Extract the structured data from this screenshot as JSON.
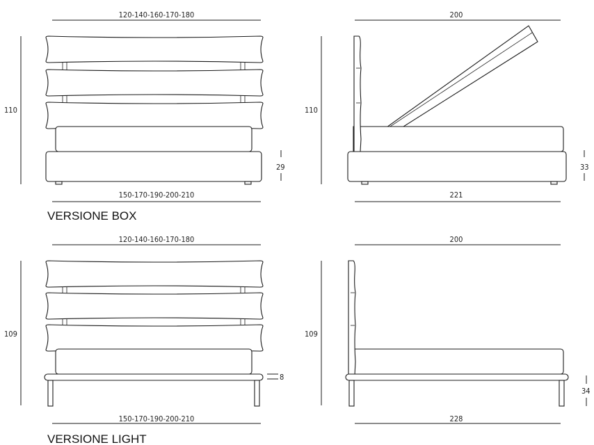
{
  "box": {
    "front_width_top": "120-140-160-170-180",
    "front_width_bottom": "150-170-190-200-210",
    "front_height": "110",
    "front_base_height": "29",
    "side_length_top": "200",
    "side_length_bottom": "221",
    "side_height": "110",
    "side_base_height": "33",
    "title": "VERSIONE BOX"
  },
  "light": {
    "front_width_top": "120-140-160-170-180",
    "front_width_bottom": "150-170-190-200-210",
    "front_height": "109",
    "front_frame_height": "8",
    "side_length_top": "200",
    "side_length_bottom": "228",
    "side_height": "109",
    "side_leg_height": "34",
    "title": "VERSIONE LIGHT"
  }
}
